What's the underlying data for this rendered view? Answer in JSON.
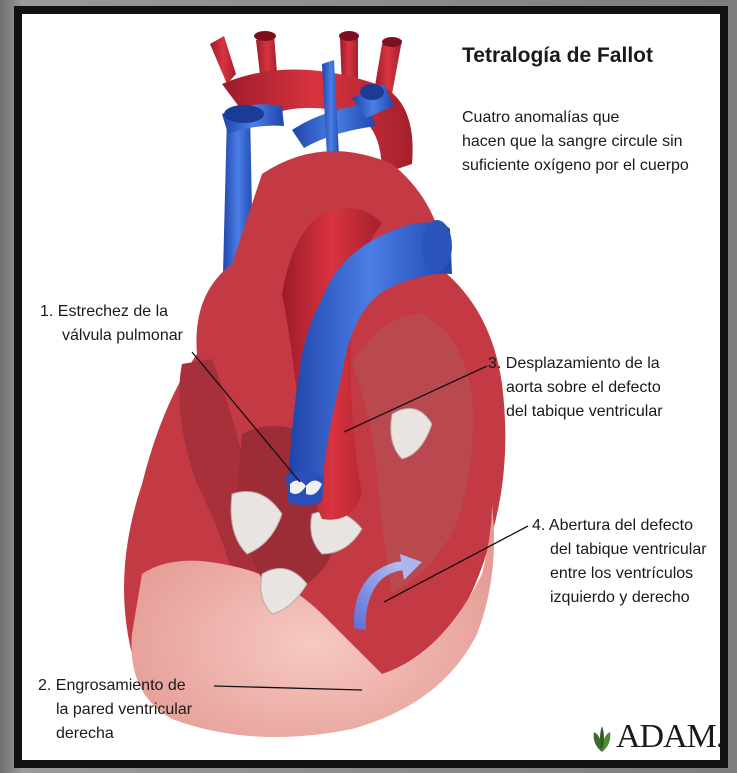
{
  "title": "Tetralogía de Fallot",
  "subtitle_lines": [
    "Cuatro anomalías que",
    "hacen que la sangre circule sin",
    "suficiente oxígeno por el cuerpo"
  ],
  "labels": {
    "pulmonary_stenosis": [
      "1.  Estrechez de la",
      "válvula pulmonar"
    ],
    "aorta_displacement": [
      "3. Desplazamiento de la",
      "aorta sobre el defecto",
      "del tabique ventricular"
    ],
    "vsd_opening": [
      "4. Abertura del defecto",
      "del tabique ventricular",
      "entre los ventrículos",
      "izquierdo y derecho"
    ],
    "rv_thickening": [
      "2. Engrosamiento de",
      "la pared ventricular",
      "derecha"
    ]
  },
  "logo_text": "ADAM.",
  "colors": {
    "artery_red": "#c8283a",
    "vein_blue": "#2f5fd0",
    "myocardium": "#d9676a",
    "tissue_light": "#f2b8b2",
    "valve_white": "#e9e4e2"
  }
}
